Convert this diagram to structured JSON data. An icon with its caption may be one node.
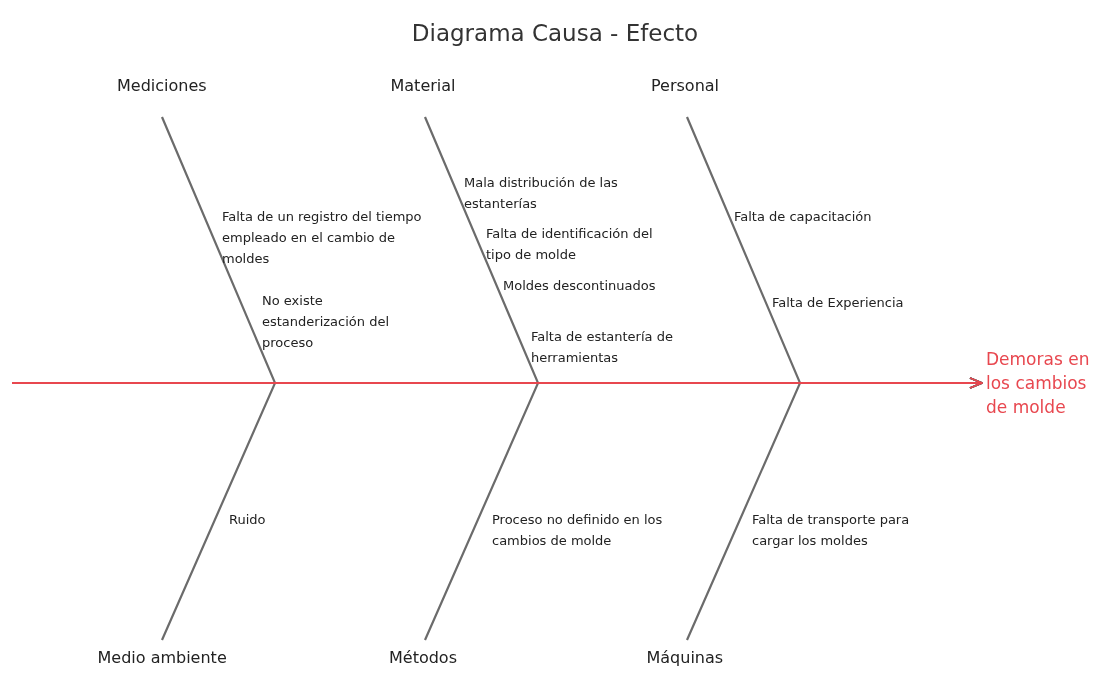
{
  "diagram": {
    "title": "Diagrama Causa - Efecto",
    "nodes": [
      {
        "text": [
          "Mediciones"
        ]
      },
      {
        "text": [
          "Material"
        ]
      },
      {
        "text": [
          "Personal"
        ]
      },
      {
        "text": [
          "Demoras en los cambios de molde"
        ]
      },
      {
        "text": [
          "Medio ambiente"
        ]
      },
      {
        "text": [
          "Métodos"
        ]
      },
      {
        "text": [
          "Máquinas"
        ]
      }
    ],
    "edges": [
      {
        "from": 0,
        "to": 3,
        "arrow": "to"
      },
      {
        "from": 1,
        "to": 3,
        "arrow": "to"
      },
      {
        "from": 2,
        "to": 3,
        "arrow": "to"
      },
      {
        "from": 4,
        "to": 3,
        "arrow": "to"
      },
      {
        "from": 5,
        "to": 3,
        "arrow": "to"
      },
      {
        "from": 6,
        "to": 3,
        "arrow": "to"
      },
      {
        "from": null,
        "to": 3,
        "arrow": "to",
        "color": "#e8474f"
      }
    ],
    "labels": [
      "Mala distribución de las estanterías",
      "Falta de un registro del tiempo empleado en el cambio de moldes",
      "Falta de capacitación",
      "Falta de identificación del tipo de molde",
      "Moldes descontinuados",
      "No existe estanderización del proceso",
      "Falta de Experiencia",
      "Falta de estantería de herramientas",
      "Ruido",
      "Proceso no definido en los cambios de molde",
      "Falta de transporte para cargar los moldes"
    ]
  }
}
